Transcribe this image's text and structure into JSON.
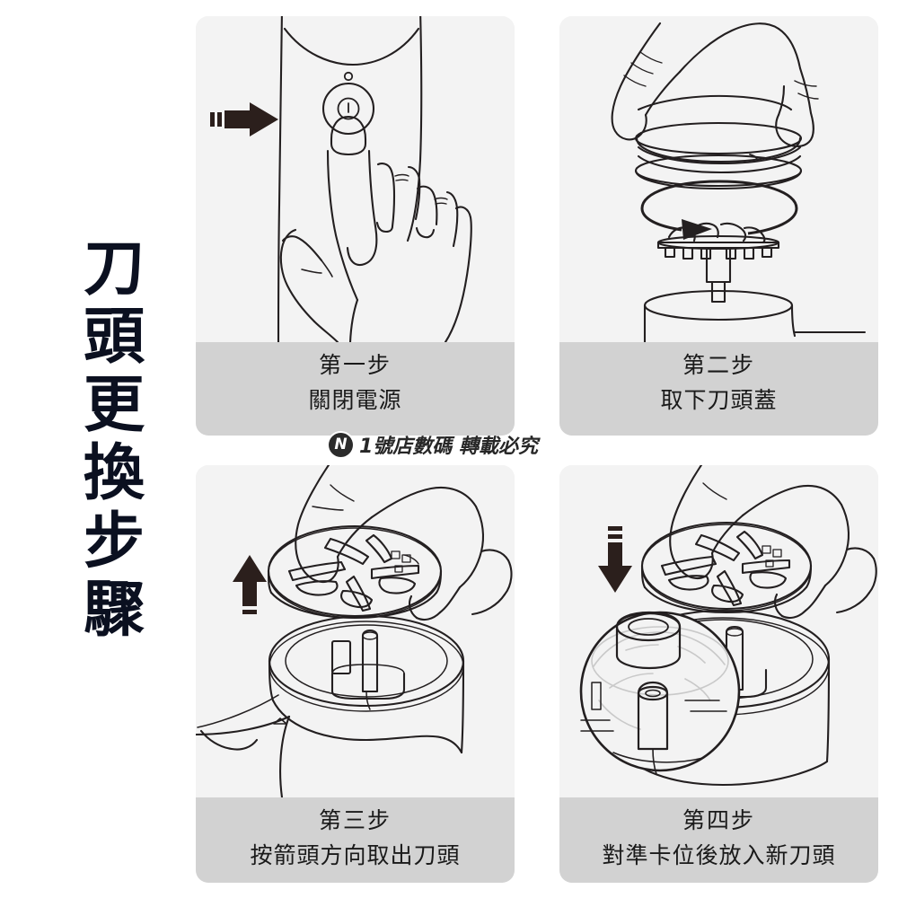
{
  "page": {
    "background_color": "#ffffff",
    "title_vertical": "刀頭更換步驟",
    "title_chars": [
      "刀",
      "頭",
      "更",
      "換",
      "步",
      "驟"
    ],
    "title_color": "#0b1020"
  },
  "watermark": {
    "logo_glyph": "N",
    "logo_name": "n1-shop-logo-icon",
    "text": "1號店數碼 轉載必究"
  },
  "colors": {
    "panel_art_bg": "#f3f3f3",
    "panel_caption_bg": "#d2d2d2",
    "line_art": "#231f20",
    "arrow": "#2b1f1c",
    "caption_text": "#1a1a1a"
  },
  "panels": [
    {
      "id": "step-1",
      "step": "第一步",
      "desc": "關閉電源",
      "illustration": "hand-pressing-power-button",
      "arrow": {
        "direction": "right",
        "style": "striped-tail"
      },
      "parts": [
        "device-body",
        "power-button",
        "led-indicator",
        "hand-index-finger"
      ]
    },
    {
      "id": "step-2",
      "step": "第二步",
      "desc": "取下刀頭蓋",
      "illustration": "hands-twisting-off-blade-cap",
      "arrow": {
        "direction": "rotate",
        "style": "ellipse-loop"
      },
      "parts": [
        "thumb-left",
        "thumb-right",
        "threaded-cap",
        "blade-assembly",
        "jar-body"
      ]
    },
    {
      "id": "step-3",
      "step": "第三步",
      "desc": "按箭頭方向取出刀頭",
      "illustration": "hand-lifting-blade-out",
      "arrow": {
        "direction": "up",
        "style": "striped-tail"
      },
      "parts": [
        "hand",
        "blade-assembly",
        "jar-opening",
        "drive-shaft",
        "triangle-mark"
      ]
    },
    {
      "id": "step-4",
      "step": "第四步",
      "desc": "對準卡位後放入新刀頭",
      "illustration": "hand-inserting-new-blade-aligned",
      "arrow": {
        "direction": "down",
        "style": "striped-tail"
      },
      "parts": [
        "hand",
        "new-blade-assembly",
        "jar-opening",
        "drive-shaft",
        "magnifier-inset"
      ]
    }
  ]
}
